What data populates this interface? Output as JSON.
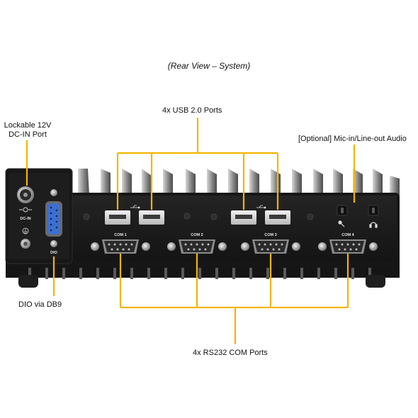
{
  "caption": "(Rear View – System)",
  "callouts": {
    "dc_in_line1": "Lockable 12V",
    "dc_in_line2": "DC-IN  Port",
    "usb": "4x USB 2.0 Ports",
    "audio": "[Optional] Mic-in/Line-out Audio",
    "dio": "DIO via  DB9",
    "com": "4x RS232 COM Ports"
  },
  "panel_labels": {
    "dc_in": "DC-IN",
    "dio": "DIO",
    "com1": "COM 1",
    "com2": "COM 2",
    "com3": "COM 3",
    "com4": "COM 4"
  },
  "colors": {
    "callout_line": "#f2b600",
    "chassis": "#1b1b1b",
    "heatsink": "#9a9a9a",
    "db9_blue": "#3d6fd0"
  },
  "icons": [
    "usb-icon",
    "ground-icon",
    "mic-icon",
    "headphone-icon"
  ]
}
